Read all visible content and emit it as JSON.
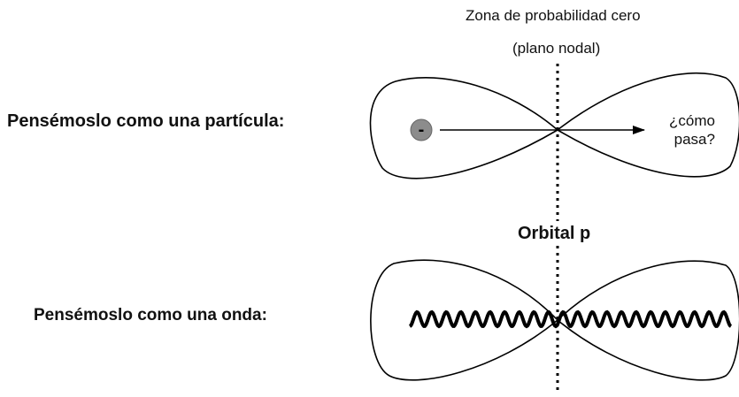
{
  "nodal_zone": {
    "title": "Zona de probabilidad cero",
    "subtitle": "(plano nodal)"
  },
  "particle_view": {
    "label": "Pensémoslo como una partícula:",
    "electron_sign": "-",
    "question_line1": "¿cómo",
    "question_line2": "pasa?"
  },
  "orbital_title": "Orbital p",
  "wave_view": {
    "label": "Pensémoslo como una onda:"
  },
  "colors": {
    "electron_fill": "#8c8c8c",
    "stroke": "#000000"
  }
}
